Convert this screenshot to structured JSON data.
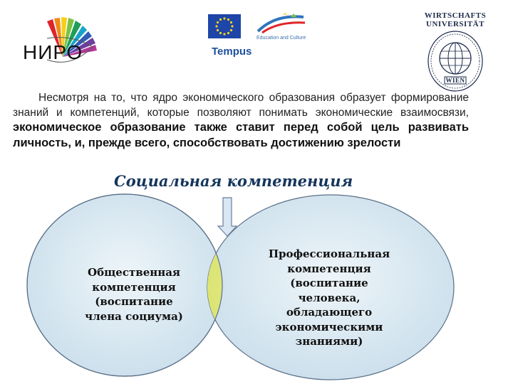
{
  "header": {
    "niro_logo_text": "НИРО",
    "tempus_text": "Tempus",
    "edu_culture_text": "Education and Culture",
    "wu_line1": "WIRTSCHAFTS",
    "wu_line2": "UNIVERSITÄT",
    "wu_line3": "WIEN"
  },
  "intro": {
    "regular_text": "Несмотря на то, что ядро экономического образования образует формирование знаний и компетенций, которые позволяют понимать экономические взаимосвязи,",
    "bold_text": "экономическое образование также ставит перед собой цель развивать личность, и, прежде всего, способствовать достижению зрелости"
  },
  "diagram": {
    "heading": "Социальная компетенция",
    "left_label": "Общественная компетенция (воспитание члена социума)",
    "right_label": "Профессиональная компетенция (воспитание человека, обладающего экономическими знаниями)",
    "colors": {
      "ellipse_light": "#eef5f9",
      "ellipse_dark": "#c6dcea",
      "overlap_light": "#f4f7a8",
      "overlap_dark": "#d6e06a",
      "outline": "#5a6f87",
      "arrow_fill": "#d9e6f3",
      "arrow_stroke": "#6b7f99"
    }
  }
}
